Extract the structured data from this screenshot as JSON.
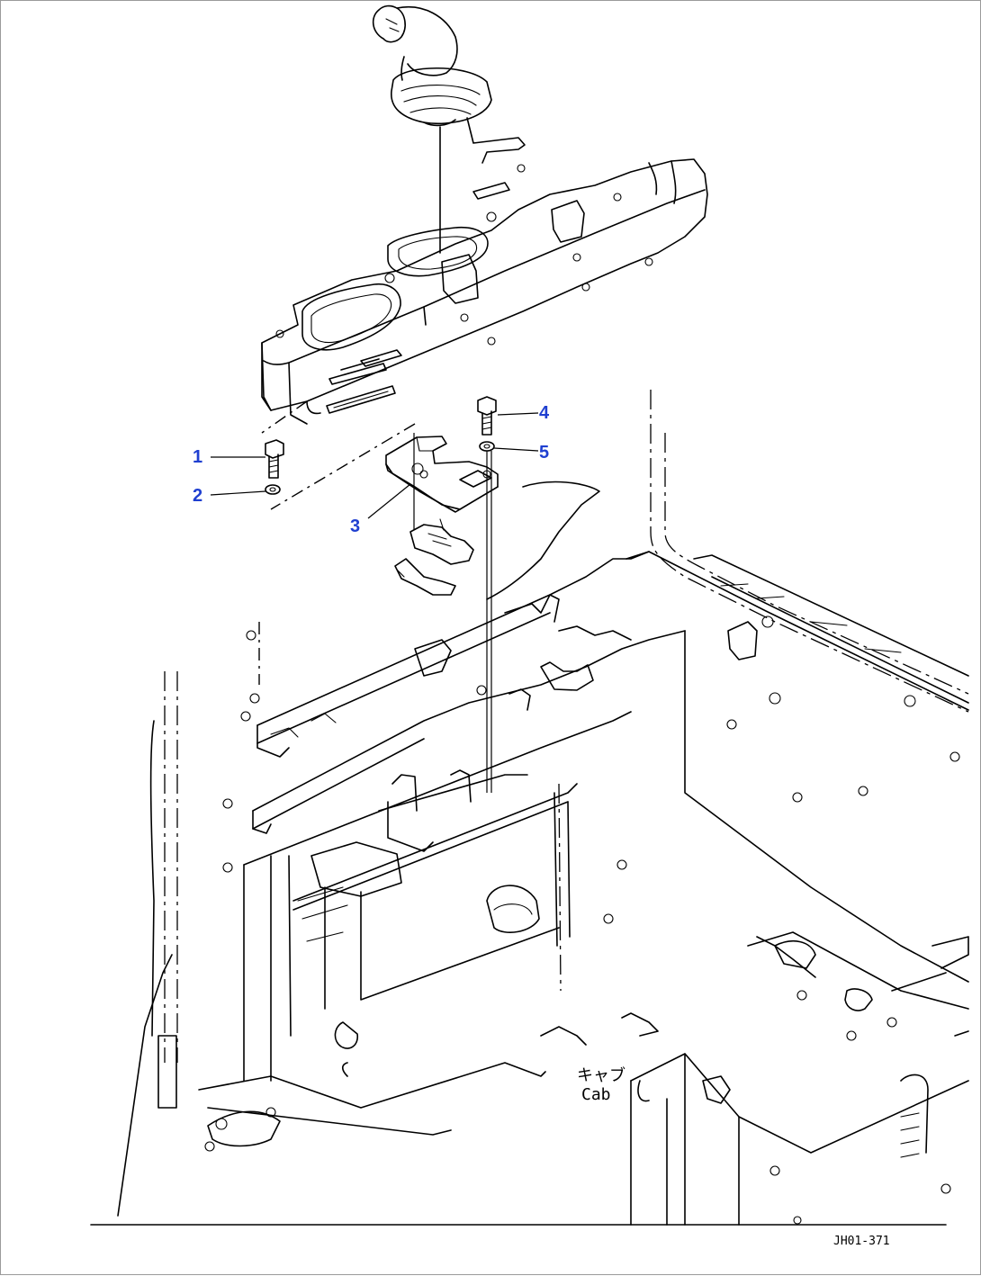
{
  "callouts": {
    "c1": "1",
    "c2": "2",
    "c3": "3",
    "c4": "4",
    "c5": "5"
  },
  "cab_label_jp": "キャブ",
  "cab_label_en": "Cab",
  "figure_code": "JH01-371",
  "colors": {
    "callout": "#1f3fd0",
    "line": "#000000",
    "background": "#ffffff"
  }
}
